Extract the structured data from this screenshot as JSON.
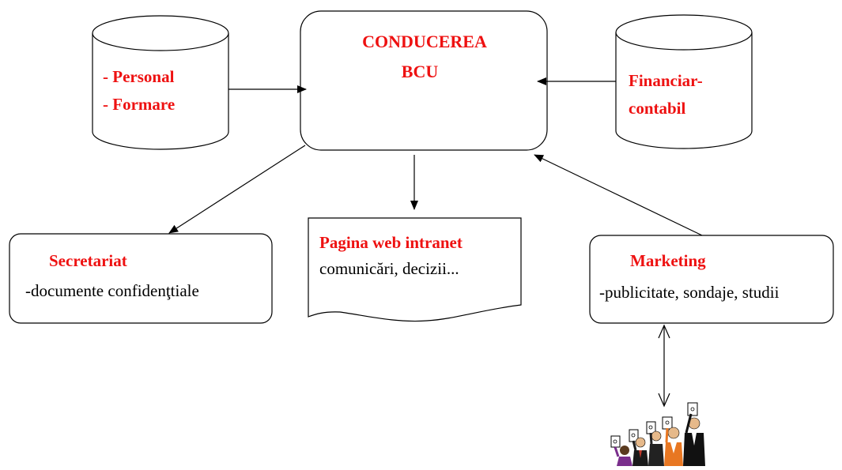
{
  "colors": {
    "title_red": "#ee1111",
    "stroke": "#000000",
    "background": "#ffffff"
  },
  "center": {
    "line1": "CONDUCEREA",
    "line2": "BCU"
  },
  "left_db": {
    "line1": "- Personal",
    "line2": "- Formare"
  },
  "right_db": {
    "line1": "Financiar-",
    "line2": "contabil"
  },
  "secretariat": {
    "title": "Secretariat",
    "detail": "-documente confidenţtiale"
  },
  "intranet": {
    "title": "Pagina web intranet",
    "detail": "comunicări, decizii..."
  },
  "marketing": {
    "title": "Marketing",
    "detail": "-publicitate, sondaje, studii"
  },
  "icons": {
    "people": "group-of-people-holding-signs"
  }
}
